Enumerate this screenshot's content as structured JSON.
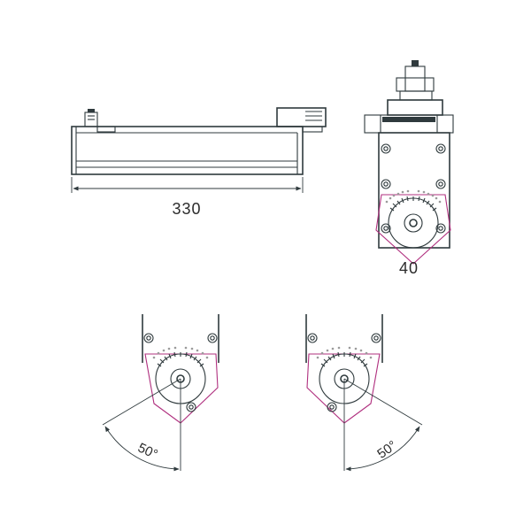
{
  "side_view": {
    "length_label": "330"
  },
  "front_view": {
    "width_label": "40"
  },
  "left_tilt": {
    "angle_label": "50°"
  },
  "right_tilt": {
    "angle_label": "50°"
  },
  "colors": {
    "line": "#2f3a3d",
    "accent": "#b0307f"
  }
}
